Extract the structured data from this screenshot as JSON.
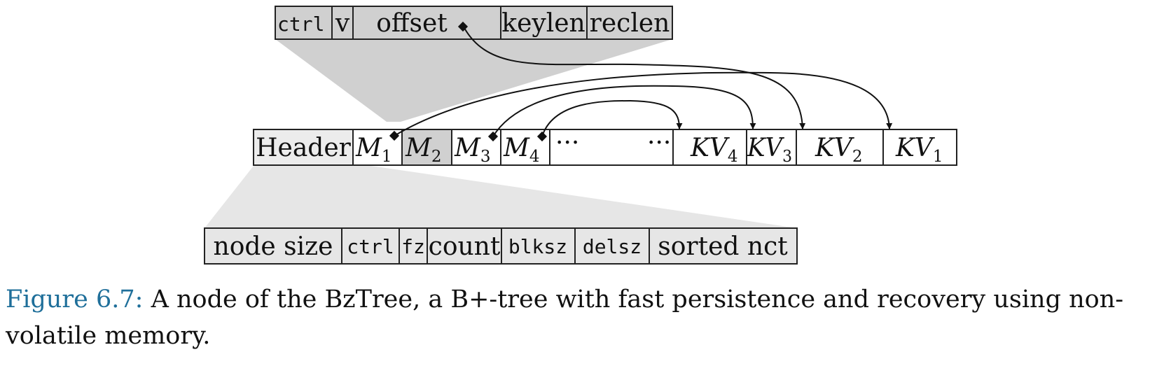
{
  "top_record": {
    "fields": [
      "ctrl",
      "v",
      "offset",
      "keylen",
      "reclen"
    ]
  },
  "node_row": {
    "header": "Header",
    "metadata": [
      {
        "base": "M",
        "sub": "1"
      },
      {
        "base": "M",
        "sub": "2"
      },
      {
        "base": "M",
        "sub": "3"
      },
      {
        "base": "M",
        "sub": "4"
      }
    ],
    "ellipsis_left": "···",
    "ellipsis_right": "···",
    "kv": [
      {
        "base": "KV",
        "sub": "4"
      },
      {
        "base": "KV",
        "sub": "3"
      },
      {
        "base": "KV",
        "sub": "2"
      },
      {
        "base": "KV",
        "sub": "1"
      }
    ]
  },
  "header_fields": [
    "node size",
    "ctrl",
    "fz",
    "count",
    "blksz",
    "delsz",
    "sorted nct"
  ],
  "caption": {
    "label": "Figure 6.7:",
    "text": "A node of the BzTree, a B+-tree with fast persistence and recovery using non-volatile memory."
  },
  "colors": {
    "shade": "#d0d0d0",
    "light_shade": "#e6e6e6",
    "caption_label": "#1f6f9a"
  }
}
